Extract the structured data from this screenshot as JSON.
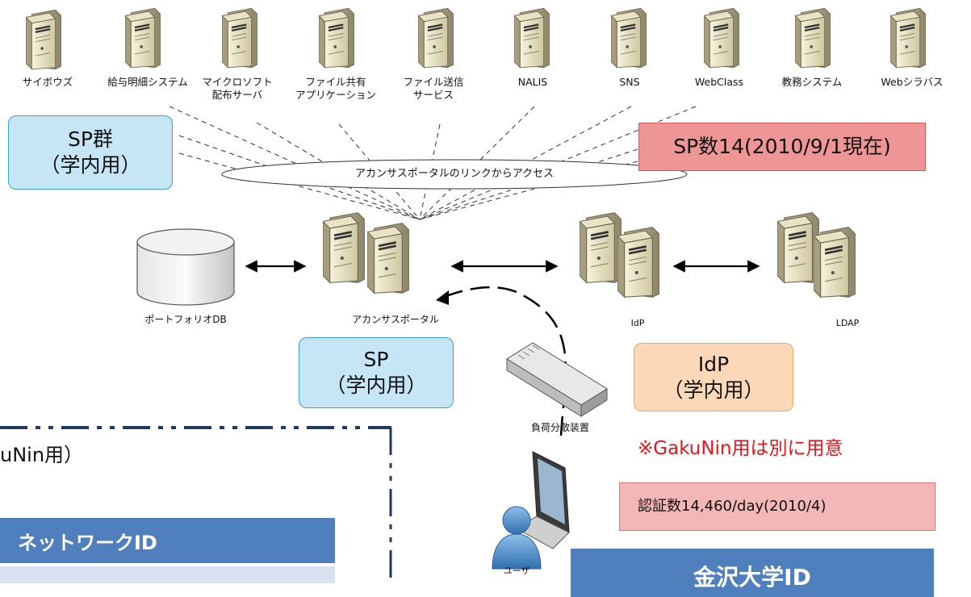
{
  "servers": [
    {
      "label": "サイボウズ"
    },
    {
      "label": "給与明細システム"
    },
    {
      "label": "マイクロソフト\n配布サーバ"
    },
    {
      "label": "ファイル共有\nアプリケーション"
    },
    {
      "label": "ファイル送信\nサービス"
    },
    {
      "label": "NALIS"
    },
    {
      "label": "SNS"
    },
    {
      "label": "WebClass"
    },
    {
      "label": "教務システム"
    },
    {
      "label": "Webシラバス"
    }
  ],
  "sp_group_box": {
    "line1": "SP群",
    "line2": "（学内用）"
  },
  "sp_count_box": {
    "text": "SP数14(2010/9/1現在)"
  },
  "access_ellipse": {
    "text": "アカンサスポータルのリンクからアクセス"
  },
  "nodes": {
    "portfolio_db": "ポートフォリオDB",
    "acanthus_portal": "アカンサスポータル",
    "idp": "IdP",
    "ldap": "LDAP",
    "load_balancer": "負荷分散装置",
    "user": "ユーザ"
  },
  "sp_box": {
    "line1": "SP",
    "line2": "（学内用）"
  },
  "idp_box": {
    "line1": "IdP",
    "line2": "（学内用）"
  },
  "gakunin_note": "※GakuNin用は別に用意",
  "auth_count": "認証数14,460/day(2010/4)",
  "left_panel": {
    "partial_text": "uNin用）",
    "network_id": "ネットワークID"
  },
  "kanazawa_id": "金沢大学ID",
  "colors": {
    "sp_box_fill": "#c6e6f6",
    "idp_box_fill": "#fbd9b8",
    "red_box_fill": "#ee9696",
    "note_red": "#e8141a",
    "band_blue": "#4f7fbd",
    "dash_navy": "#1f3864"
  }
}
